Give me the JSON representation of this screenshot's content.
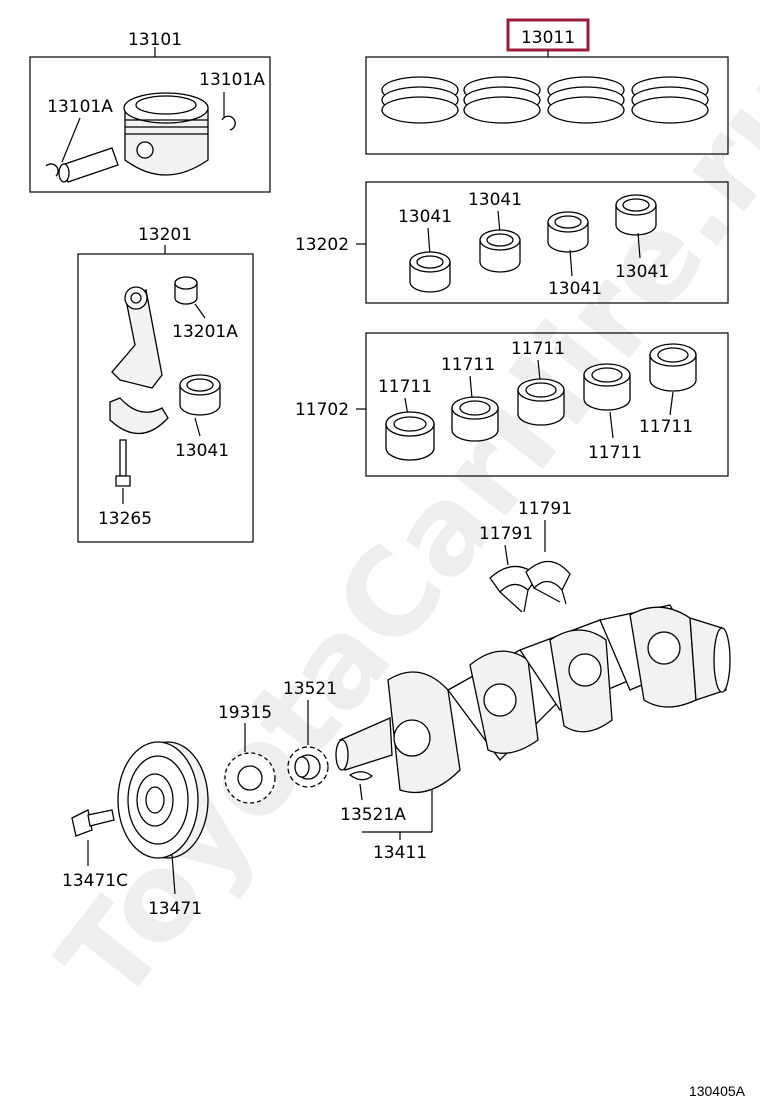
{
  "watermark": "ToyotaCarHire.ru",
  "figure_number": "130405A",
  "highlight_color": "#9a1b3a",
  "groups": {
    "piston": {
      "label": "13101",
      "sub_left": "13101A",
      "sub_right": "13101A"
    },
    "piston_rings": {
      "label": "13011",
      "highlighted": true
    },
    "conrod_bearing_set": {
      "label": "13202",
      "parts": [
        "13041",
        "13041",
        "13041",
        "13041"
      ]
    },
    "conrod": {
      "label": "13201",
      "bushing": "13201A",
      "bearing": "13041",
      "bolt": "13265"
    },
    "main_bearing_set": {
      "label": "11702",
      "parts": [
        "11711",
        "11711",
        "11711",
        "11711",
        "11711"
      ]
    }
  },
  "loose_parts": {
    "thrust_washer_a": "11791",
    "thrust_washer_b": "11791",
    "crank_sprocket": "13521",
    "timing_rotor": "19315",
    "key": "13521A",
    "crankshaft": "13411",
    "pulley_bolt": "13471C",
    "pulley": "13471"
  }
}
